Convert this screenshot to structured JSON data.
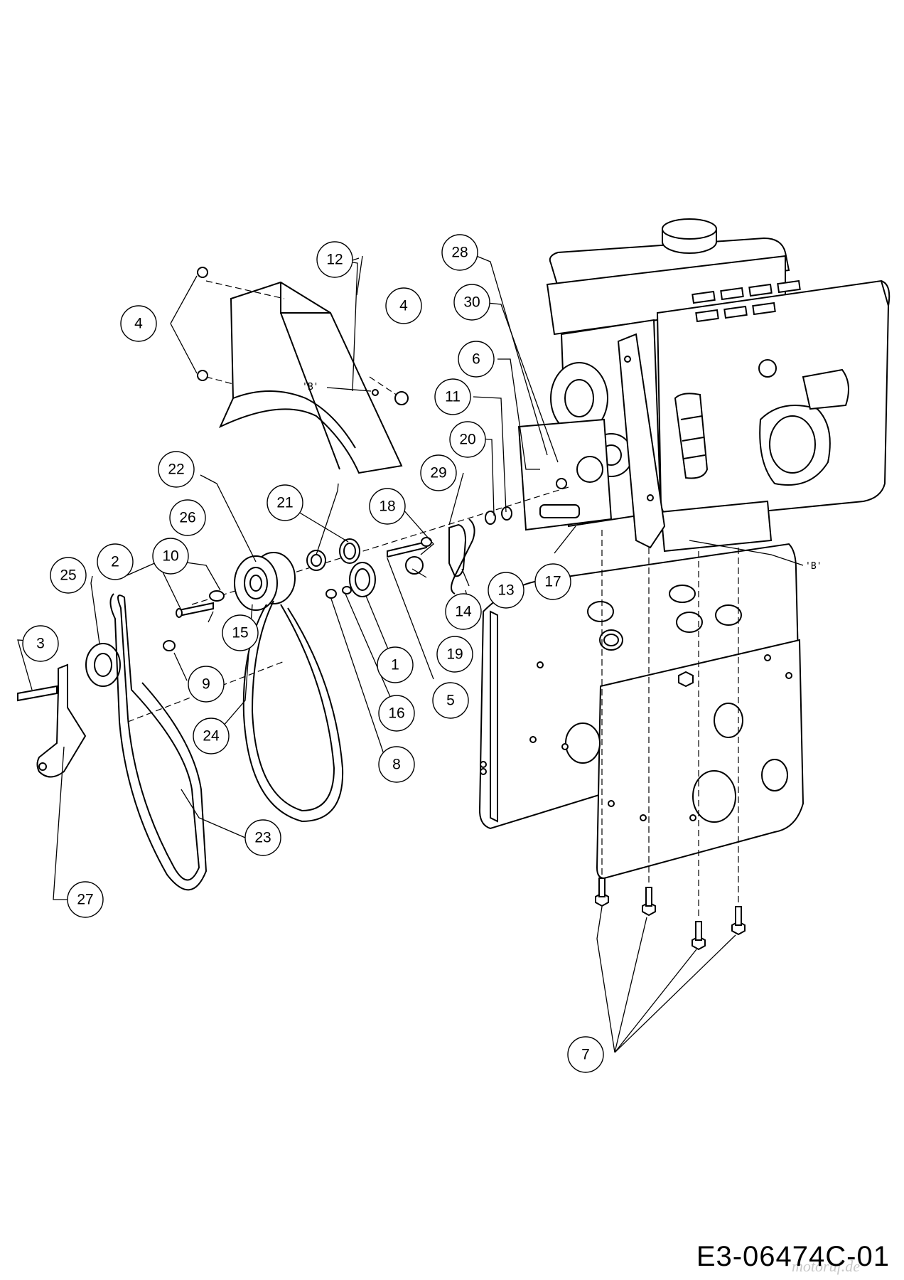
{
  "diagram": {
    "code": "E3-06474C-01",
    "watermark": "motoruf.de",
    "reference_label": "'B'",
    "callouts": [
      "1",
      "2",
      "3",
      "4",
      "4",
      "5",
      "6",
      "7",
      "8",
      "9",
      "10",
      "11",
      "12",
      "13",
      "14",
      "15",
      "16",
      "17",
      "18",
      "19",
      "20",
      "21",
      "22",
      "23",
      "24",
      "25",
      "26",
      "27",
      "28",
      "29",
      "30"
    ]
  }
}
